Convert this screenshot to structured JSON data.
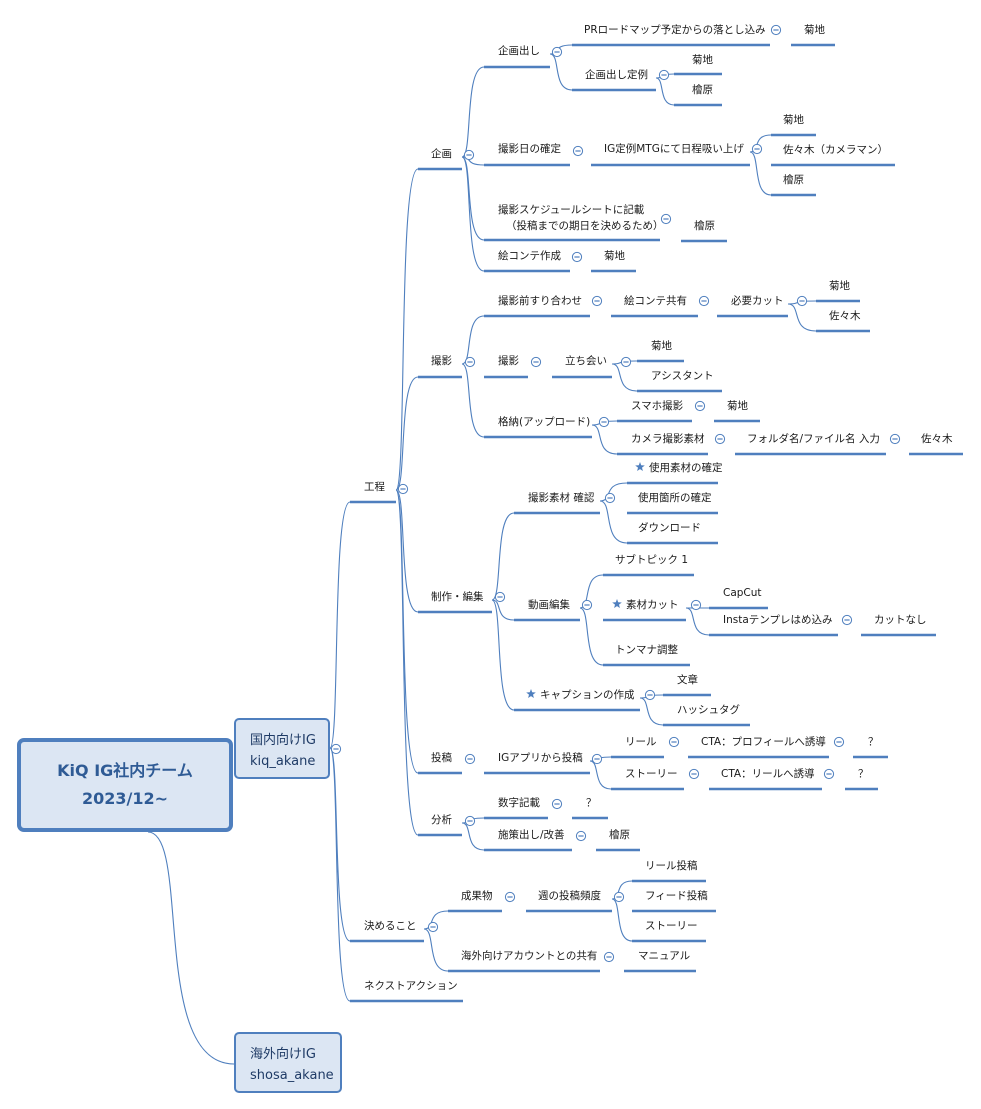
{
  "root": {
    "line1": "KiQ IG社内チーム",
    "line2": "2023/12~"
  },
  "accounts": [
    {
      "line1": "国内向けIG",
      "line2": "kiq_akane"
    },
    {
      "line1": "海外向けIG",
      "line2": "shosa_akane"
    }
  ],
  "colors": {
    "accent": "#4f7fbe",
    "box_fill": "#dce6f3",
    "root_text": "#2f5b95"
  },
  "topics": {
    "koutei": "工程",
    "kikaku": "企画",
    "kikaku_dashi": "企画出し",
    "pr_roadmap": "PRロードマップ予定からの落とし込み",
    "kikaku_teirei": "企画出し定例",
    "satsuei_kakutei": "撮影日の確定",
    "ig_mtg": "IG定例MTGにて日程吸い上げ",
    "sasaki_camera": "佐々木（カメラマン）",
    "schedule_line1": "撮影スケジュールシートに記載",
    "schedule_line2": "（投稿までの期日を決めるため）",
    "ekonte_sakusei": "絵コンテ作成",
    "satsuei": "撮影",
    "suriawase": "撮影前すり合わせ",
    "ekonte_kyoyu": "絵コンテ共有",
    "hitsuyo_cut": "必要カット",
    "satsuei_item": "撮影",
    "tachiai": "立ち会い",
    "assistant": "アシスタント",
    "kakuno": "格納(アップロード)",
    "sumaho": "スマホ撮影",
    "camera_sozai": "カメラ撮影素材",
    "folder_name": "フォルダ名/ファイル名 入力",
    "seisaku": "制作・編集",
    "sozai_kakunin": "撮影素材 確認",
    "shiyou_sozai": "使用素材の確定",
    "shiyou_kasho": "使用箇所の確定",
    "download": "ダウンロード",
    "douga_henshu": "動画編集",
    "subtopic": "サブトピック 1",
    "sozai_cut": "素材カット",
    "capcut": "CapCut",
    "insta_template": "Instaテンプレはめ込み",
    "cut_nashi": "カットなし",
    "tonmana": "トンマナ調整",
    "caption": "キャプションの作成",
    "bunsho": "文章",
    "hashtag": "ハッシュタグ",
    "toukou": "投稿",
    "ig_app": "IGアプリから投稿",
    "reel": "リール",
    "cta_profile": "CTA：プロフィールへ誘導",
    "story": "ストーリー",
    "cta_reel": "CTA：リールへ誘導",
    "bunseki": "分析",
    "suuji_kisai": "数字記載",
    "shisaku": "施策出し/改善",
    "kimeru": "決めること",
    "seikabutsu": "成果物",
    "shu_hindo": "週の投稿頻度",
    "reel_toukou": "リール投稿",
    "feed_toukou": "フィード投稿",
    "story2": "ストーリー",
    "kaigai_kyoyu": "海外向けアカウントとの共有",
    "manual": "マニュアル",
    "next_action": "ネクストアクション"
  },
  "people": {
    "kikuchi": "菊地",
    "hinohara": "檜原",
    "sasaki": "佐々木",
    "question": "？"
  }
}
